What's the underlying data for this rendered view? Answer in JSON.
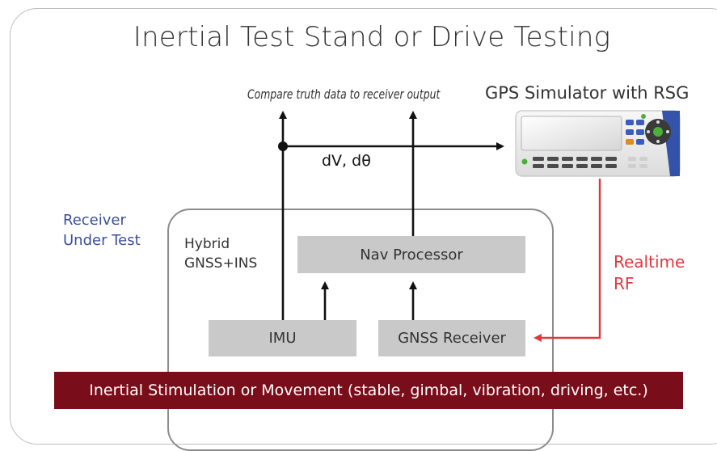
{
  "title": "Inertial Test Stand or Drive Testing",
  "compare_label": "Compare truth data to receiver output",
  "simulator_label": "GPS Simulator with RSG",
  "dv_label": "dV, dθ",
  "receiver_under_test": [
    "Receiver",
    "Under Test"
  ],
  "hybrid_label": [
    "Hybrid",
    "GNSS+INS"
  ],
  "realtime_rf": [
    "Realtime",
    "RF"
  ],
  "boxes": {
    "nav_processor": "Nav Processor",
    "imu": "IMU",
    "gnss_receiver": "GNSS Receiver",
    "inertial_stimulation": "Inertial Stimulation or Movement (stable, gimbal, vibration, driving, etc.)"
  },
  "colors": {
    "box_fill": "#c9c9c9",
    "stimulation_fill": "#7a0d1a",
    "rf_line": "#e0383e",
    "receiver_label": "#3a4f9a"
  },
  "icons": {
    "simulator": "gps-simulator-device-icon"
  }
}
